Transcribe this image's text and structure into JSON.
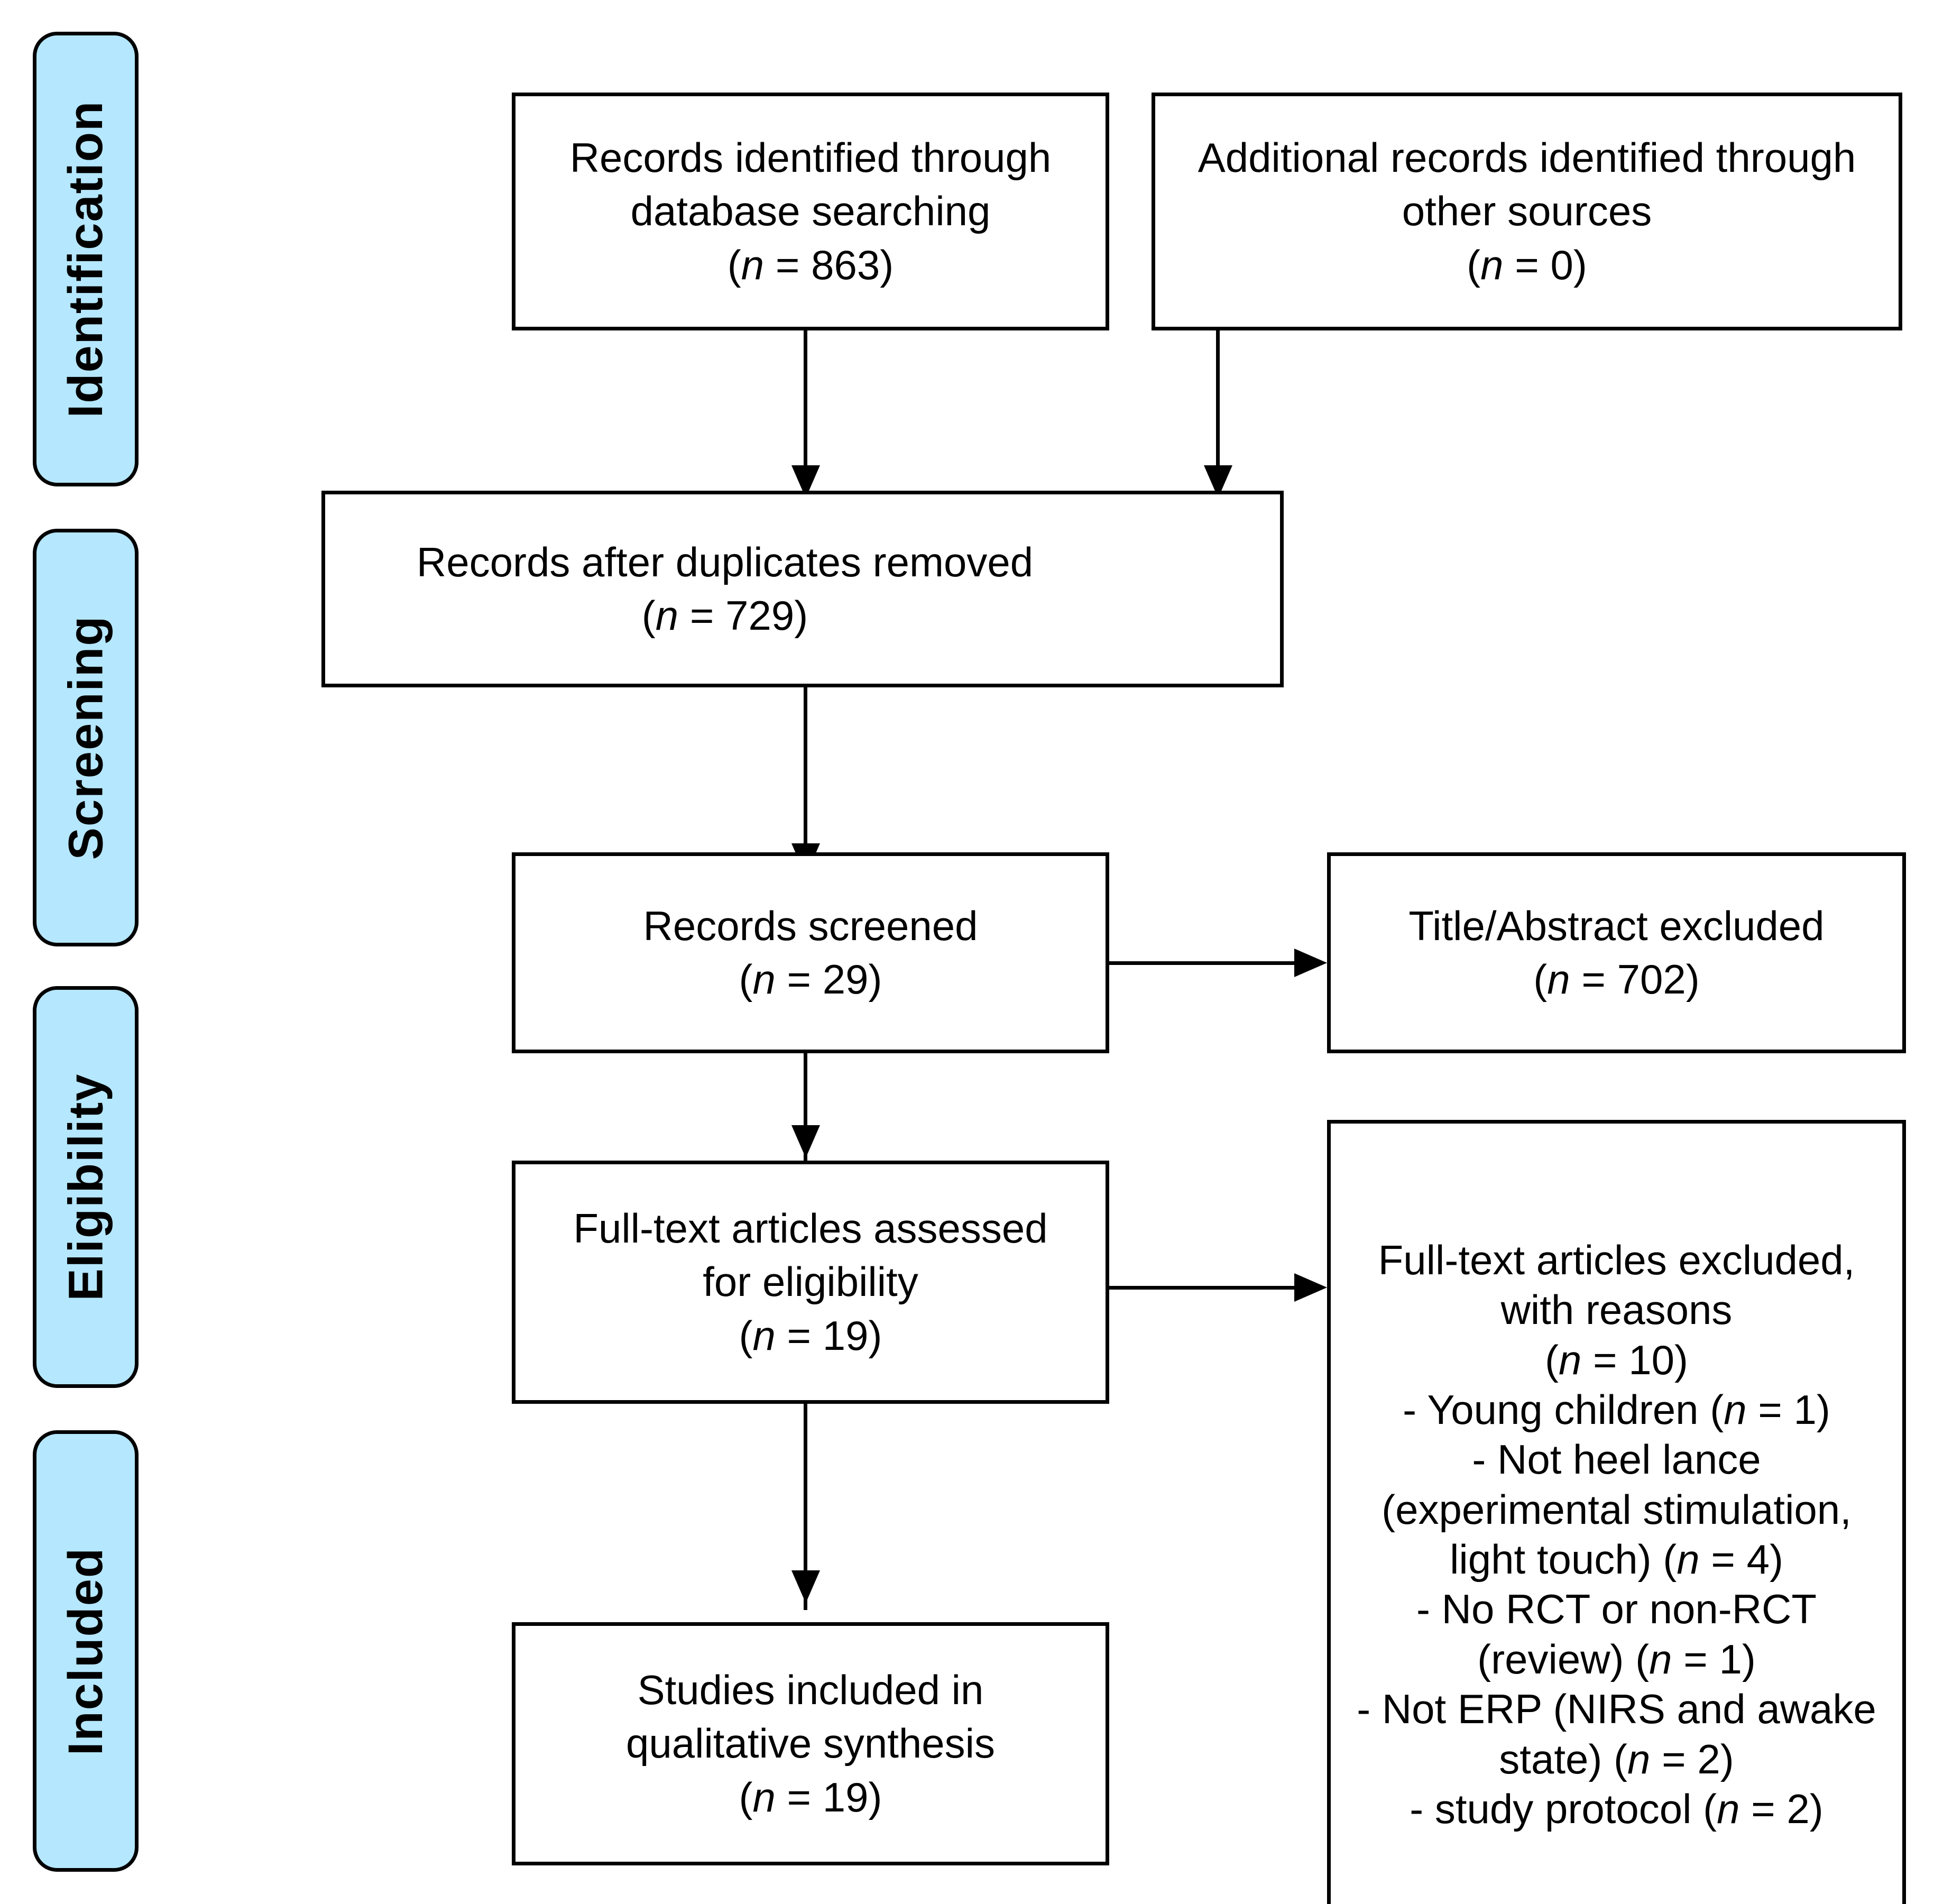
{
  "diagram": {
    "type": "PRISMA flow diagram",
    "stages": [
      {
        "id": "identification",
        "label": "Identification"
      },
      {
        "id": "screening",
        "label": "Screening"
      },
      {
        "id": "eligibility",
        "label": "Eligibility"
      },
      {
        "id": "included",
        "label": "Included"
      }
    ],
    "boxes": {
      "db_search": {
        "line1": "Records identified through",
        "line2": "database searching",
        "n_prefix": "(",
        "n_symbol": "n",
        "n_eq": " = ",
        "n_value": "863",
        "n_suffix": ")"
      },
      "other_sources": {
        "line1": "Additional records identified through",
        "line2": "other sources",
        "n_prefix": "(",
        "n_symbol": "n",
        "n_eq": " = ",
        "n_value": "0",
        "n_suffix": ")"
      },
      "duplicates_removed": {
        "line1": "Records after duplicates removed",
        "n_prefix": "(",
        "n_symbol": "n",
        "n_eq": " = ",
        "n_value": "729",
        "n_suffix": ")"
      },
      "records_screened": {
        "line1": "Records screened",
        "n_prefix": "(",
        "n_symbol": "n",
        "n_eq": " = ",
        "n_value": "29",
        "n_suffix": ")"
      },
      "title_abstract_excluded": {
        "line1": "Title/Abstract excluded",
        "n_prefix": "(",
        "n_symbol": "n",
        "n_eq": " = ",
        "n_value": "702",
        "n_suffix": ")"
      },
      "fulltext_assessed": {
        "line1": "Full-text articles assessed",
        "line2": "for eligibility",
        "n_prefix": "(",
        "n_symbol": "n",
        "n_eq": " = ",
        "n_value": "19",
        "n_suffix": ")"
      },
      "fulltext_excluded": {
        "line1": "Full-text articles excluded,",
        "line2": "with reasons",
        "n_prefix": "(",
        "n_symbol": "n",
        "n_eq": " = ",
        "n_value": "10",
        "n_suffix": ")",
        "reasons": [
          {
            "text": "- Young children (",
            "n_symbol": "n",
            "n_eq": " = ",
            "n_value": "1",
            "n_suffix": ")"
          },
          {
            "text": "- Not heel lance (experimental stimulation, light touch) (",
            "n_symbol": "n",
            "n_eq": " = ",
            "n_value": "4",
            "n_suffix": ")"
          },
          {
            "text": "- No RCT or non-RCT (review) (",
            "n_symbol": "n",
            "n_eq": " = ",
            "n_value": "1",
            "n_suffix": ")"
          },
          {
            "text": "- Not ERP (NIRS and awake state) (",
            "n_symbol": "n",
            "n_eq": " = ",
            "n_value": "2",
            "n_suffix": ")"
          },
          {
            "text": "- study protocol (",
            "n_symbol": "n",
            "n_eq": " = ",
            "n_value": "2",
            "n_suffix": ")"
          }
        ]
      },
      "studies_included": {
        "line1": "Studies included in",
        "line2": "qualitative synthesis",
        "n_prefix": "(",
        "n_symbol": "n",
        "n_eq": " = ",
        "n_value": "19",
        "n_suffix": ")"
      }
    },
    "colors": {
      "stage_fill": "#b5e7fe",
      "stroke": "#000000",
      "box_fill": "#ffffff"
    }
  }
}
